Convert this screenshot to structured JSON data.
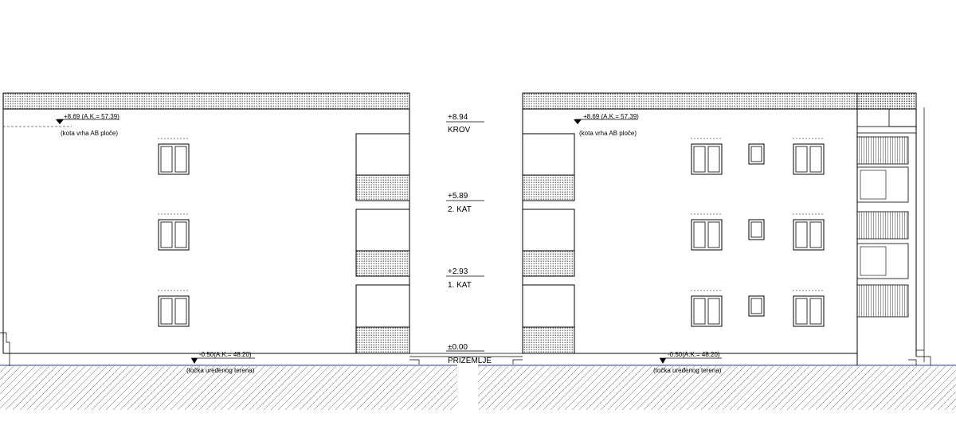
{
  "colors": {
    "line": "#000000",
    "ground_line": "#2a3a8c",
    "hatch": "#333333",
    "background": "#ffffff"
  },
  "levels": [
    {
      "elevation": "+8.94",
      "name": "KROV"
    },
    {
      "elevation": "+5.89",
      "name": "2. KAT"
    },
    {
      "elevation": "+2.93",
      "name": "1. KAT"
    },
    {
      "elevation": "±0.00",
      "name": "PRIZEMLJE"
    }
  ],
  "elevations": {
    "left": {
      "top_mark": "+8.69 (A.K.= 57.39)",
      "top_note": "(kota vrha AB ploče)",
      "ground_mark": "-0.50(A.K.= 48.20)",
      "ground_note": "(točka uređenog terena)"
    },
    "right": {
      "top_mark": "+8.69 (A.K.= 57.39)",
      "top_note": "(kota vrha AB ploče)",
      "ground_mark": "-0.50(A.K.= 48.20)",
      "ground_note": "(točka uređenog terena)"
    }
  }
}
